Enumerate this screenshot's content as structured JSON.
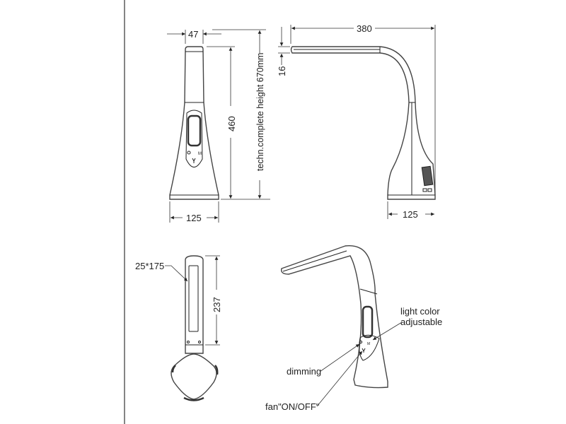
{
  "front_view": {
    "top_width": "47",
    "body_height": "460",
    "total_height_label": "techn.complete height 670mm",
    "base_width": "125"
  },
  "side_view": {
    "arm_length": "380",
    "arm_thickness": "16",
    "base_depth": "125"
  },
  "top_view": {
    "light_panel": "25*175",
    "arm_length": "237"
  },
  "perspective_view": {
    "callouts": {
      "light_color_line1": "light color",
      "light_color_line2": "adjustable",
      "dimming": "dimming",
      "fan": "fan\"ON/OFF\""
    }
  }
}
